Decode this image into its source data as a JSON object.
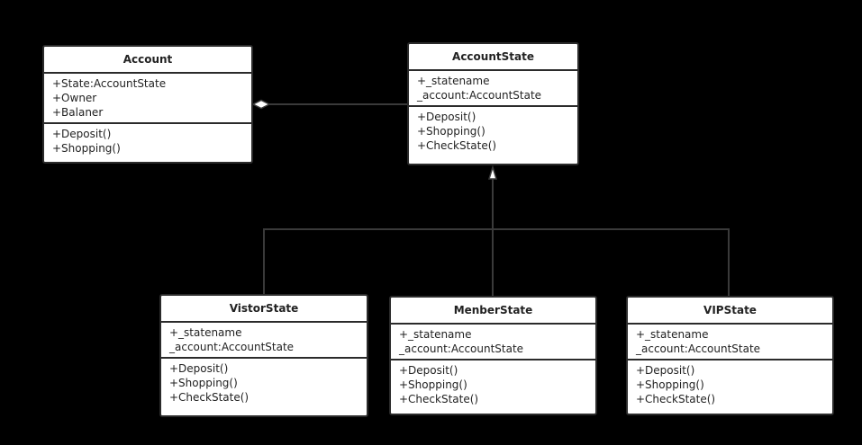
{
  "diagram": {
    "classes": {
      "account": {
        "name": "Account",
        "attributes": [
          "+State:AccountState",
          "+Owner",
          "+Balaner"
        ],
        "methods": [
          "+Deposit()",
          "+Shopping()"
        ]
      },
      "account_state": {
        "name": "AccountState",
        "attributes": [
          "+_statename",
          "_account:AccountState"
        ],
        "methods": [
          "+Deposit()",
          "+Shopping()",
          "+CheckState()"
        ]
      },
      "vistor_state": {
        "name": "VistorState",
        "attributes": [
          "+_statename",
          "_account:AccountState"
        ],
        "methods": [
          "+Deposit()",
          "+Shopping()",
          "+CheckState()"
        ]
      },
      "menber_state": {
        "name": "MenberState",
        "attributes": [
          "+_statename",
          "_account:AccountState"
        ],
        "methods": [
          "+Deposit()",
          "+Shopping()",
          "+CheckState()"
        ]
      },
      "vip_state": {
        "name": "VIPState",
        "attributes": [
          "+_statename",
          "_account:AccountState"
        ],
        "methods": [
          "+Deposit()",
          "+Shopping()",
          "+CheckState()"
        ]
      }
    },
    "relationships": [
      {
        "type": "aggregation",
        "whole": "Account",
        "part": "AccountState"
      },
      {
        "type": "generalization",
        "parent": "AccountState",
        "children": [
          "VistorState",
          "MenberState",
          "VIPState"
        ]
      }
    ],
    "colors": {
      "background": "#000000",
      "box_fill": "#ffffff",
      "box_border": "#2b2b2b",
      "connector": "#3a3a3a",
      "text": "#222222"
    }
  }
}
